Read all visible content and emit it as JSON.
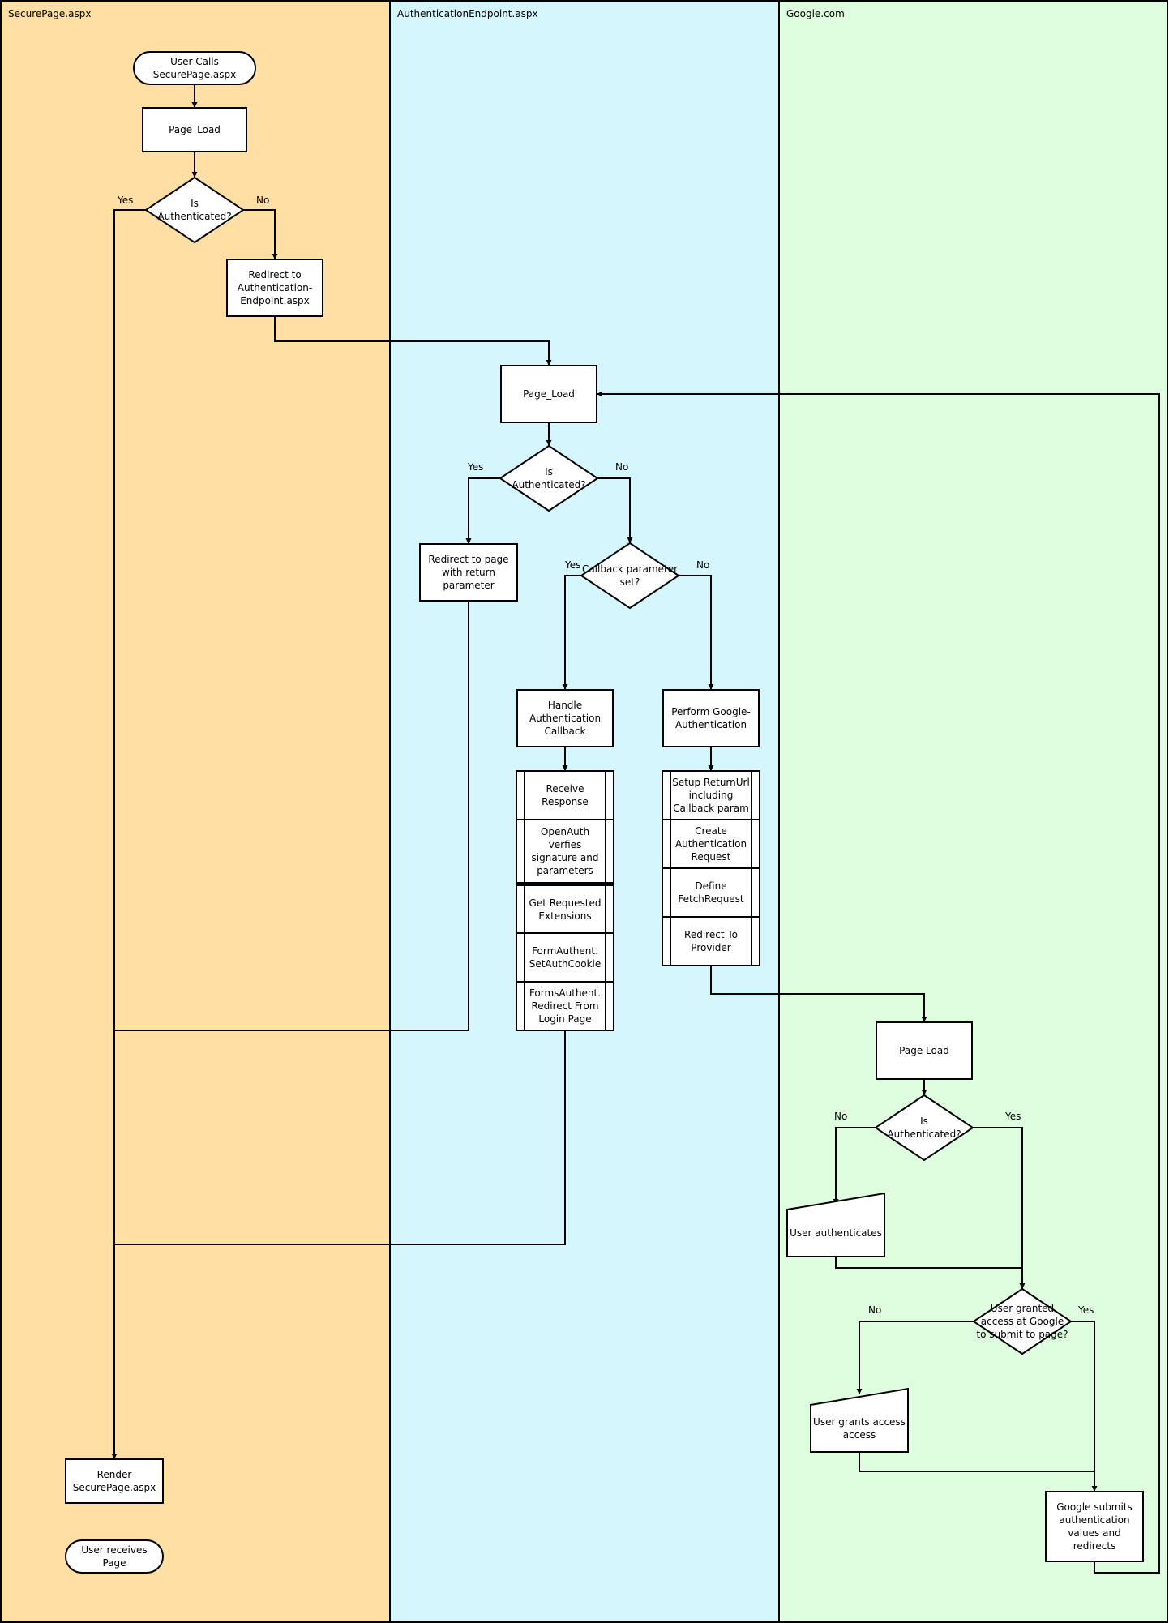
{
  "lanes": [
    {
      "id": "secure",
      "title": "SecurePage.aspx",
      "color": "#FFDFA3"
    },
    {
      "id": "auth",
      "title": "AuthenticationEndpoint.aspx",
      "color": "#D4F6FC"
    },
    {
      "id": "google",
      "title": "Google.com",
      "color": "#DEFDDE"
    }
  ],
  "nodes": [
    {
      "id": "s_start",
      "kind": "terminal",
      "text": [
        "User Calls",
        "SecurePage.aspx"
      ]
    },
    {
      "id": "s_load",
      "kind": "process",
      "text": [
        "Page_Load"
      ]
    },
    {
      "id": "s_isauth",
      "kind": "decision",
      "text": [
        "Is",
        "Authenticated?"
      ]
    },
    {
      "id": "s_redirect",
      "kind": "process",
      "text": [
        "Redirect to",
        "Authentication-",
        "Endpoint.aspx"
      ]
    },
    {
      "id": "s_render",
      "kind": "process",
      "text": [
        "Render",
        "SecurePage.aspx"
      ]
    },
    {
      "id": "s_end",
      "kind": "terminal",
      "text": [
        "User receives",
        "Page"
      ]
    },
    {
      "id": "a_load",
      "kind": "process",
      "text": [
        "Page_Load"
      ]
    },
    {
      "id": "a_isauth",
      "kind": "decision",
      "text": [
        "Is",
        "Authenticated?"
      ]
    },
    {
      "id": "a_redirect",
      "kind": "process",
      "text": [
        "Redirect to page",
        "with return",
        "parameter"
      ]
    },
    {
      "id": "a_callback",
      "kind": "decision",
      "text": [
        "Callback parameter",
        "set?"
      ]
    },
    {
      "id": "a_handle",
      "kind": "process",
      "text": [
        "Handle",
        "Authentication",
        "Callback"
      ]
    },
    {
      "id": "a_perform",
      "kind": "process",
      "text": [
        "Perform Google-",
        "Authentication"
      ]
    },
    {
      "id": "a_sub1",
      "kind": "subprocess",
      "text": [
        "Receive",
        "Response"
      ]
    },
    {
      "id": "a_sub2",
      "kind": "subprocess",
      "text": [
        "OpenAuth",
        "verfies",
        "signature and",
        "parameters"
      ]
    },
    {
      "id": "a_sub3",
      "kind": "subprocess",
      "text": [
        "Get Requested",
        "Extensions"
      ]
    },
    {
      "id": "a_sub4",
      "kind": "subprocess",
      "text": [
        "FormAuthent.",
        "SetAuthCookie"
      ]
    },
    {
      "id": "a_sub5",
      "kind": "subprocess",
      "text": [
        "FormsAuthent.",
        "Redirect From",
        "Login Page"
      ]
    },
    {
      "id": "a_sub6",
      "kind": "subprocess",
      "text": [
        "Setup ReturnUrl",
        "including",
        "Callback param"
      ]
    },
    {
      "id": "a_sub7",
      "kind": "subprocess",
      "text": [
        "Create",
        "Authentication",
        "Request"
      ]
    },
    {
      "id": "a_sub8",
      "kind": "subprocess",
      "text": [
        "Define",
        "FetchRequest"
      ]
    },
    {
      "id": "a_sub9",
      "kind": "subprocess",
      "text": [
        "Redirect To",
        "Provider"
      ]
    },
    {
      "id": "g_load",
      "kind": "process",
      "text": [
        "Page Load"
      ]
    },
    {
      "id": "g_isauth",
      "kind": "decision",
      "text": [
        "Is",
        "Authenticated?"
      ]
    },
    {
      "id": "g_userauth",
      "kind": "manual",
      "text": [
        "User authenticates"
      ]
    },
    {
      "id": "g_granted",
      "kind": "decision",
      "text": [
        "User granted",
        "access at Google",
        "to submit to page?"
      ]
    },
    {
      "id": "g_grants",
      "kind": "manual",
      "text": [
        "User grants access",
        "access"
      ]
    },
    {
      "id": "g_submit",
      "kind": "process",
      "text": [
        "Google submits",
        "authentication",
        "values and",
        "redirects"
      ]
    }
  ],
  "edge_labels": [
    {
      "id": "s_yes",
      "text": "Yes"
    },
    {
      "id": "s_no",
      "text": "No"
    },
    {
      "id": "a_yes",
      "text": "Yes"
    },
    {
      "id": "a_no",
      "text": "No"
    },
    {
      "id": "a_cb_yes",
      "text": "Yes"
    },
    {
      "id": "a_cb_no",
      "text": "No"
    },
    {
      "id": "g_no",
      "text": "No"
    },
    {
      "id": "g_yes",
      "text": "Yes"
    },
    {
      "id": "g_gr_no",
      "text": "No"
    },
    {
      "id": "g_gr_yes",
      "text": "Yes"
    }
  ]
}
